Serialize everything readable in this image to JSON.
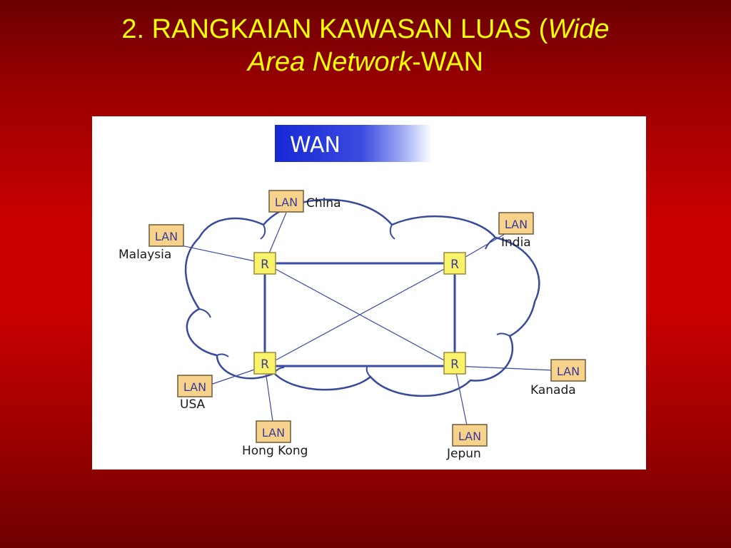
{
  "slide": {
    "title_prefix": "2. RANGKAIAN KAWASAN LUAS (",
    "title_italic_1": "Wide",
    "title_italic_2": "Area Network",
    "title_suffix": "-WAN"
  },
  "diagram": {
    "header_label": "WAN",
    "router_label": "R",
    "lan_label": "LAN",
    "locations": {
      "china": "China",
      "malaysia": "Malaysia",
      "india": "India",
      "usa": "USA",
      "hong_kong": "Hong Kong",
      "kanada": "Kanada",
      "jepun": "Jepun"
    },
    "colors": {
      "background_red": "#cc0000",
      "title_yellow": "#ffff00",
      "banner_blue": "#1a2ed6",
      "cloud_line": "#3a4a9a",
      "link_line": "#3a4aa8",
      "lan_fill": "#f7d28a",
      "router_fill": "#f9f36a"
    }
  }
}
